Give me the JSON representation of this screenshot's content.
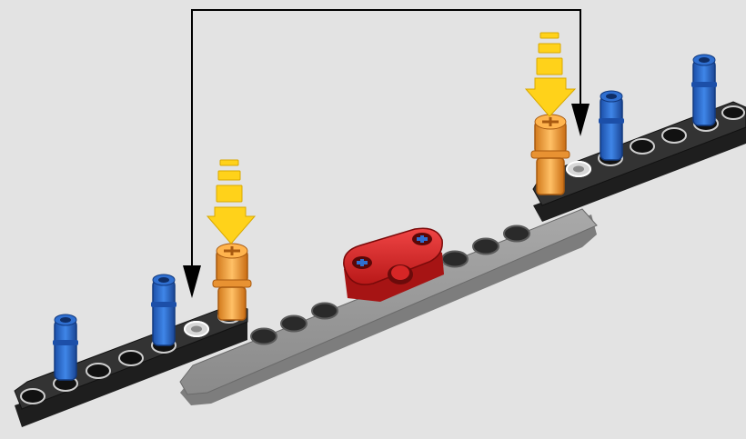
{
  "scene": {
    "background": "#e3e3e3",
    "steps": [
      {
        "part": "orange-pin",
        "count": 2,
        "arrow": "yellow-push-arrow"
      },
      {
        "part": "target-hole",
        "count": 2,
        "indicator": "black-bracket-arrow"
      }
    ],
    "parts": {
      "black_beams": 2,
      "grey_beam": 1,
      "blue_pins": 4,
      "orange_pins": 2,
      "red_connector": 1
    },
    "colors": {
      "black_beam": "#2a2a2a",
      "grey_beam": "#8c8c8c",
      "blue_pin": "#2f6fd0",
      "orange_pin": "#f3a33c",
      "red_connector": "#dd2a2a",
      "yellow_arrow": "#ffd21a",
      "indicator_line": "#000000"
    }
  }
}
